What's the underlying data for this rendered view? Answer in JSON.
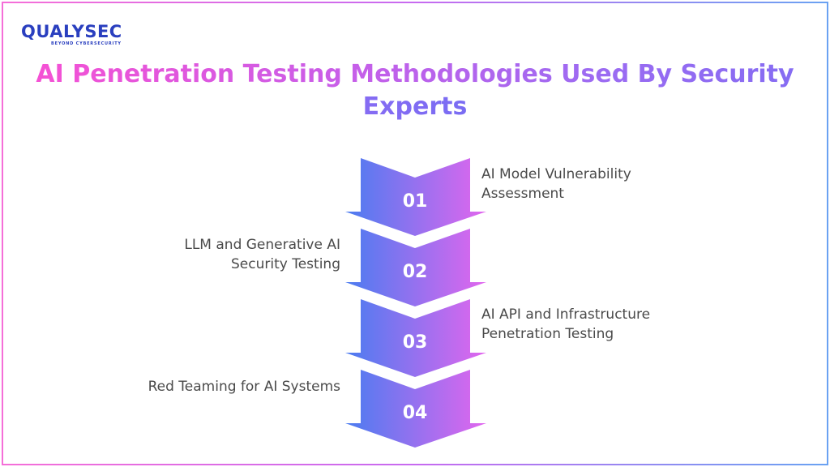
{
  "brand": {
    "name": "QUALYSEC",
    "tagline": "BEYOND CYBERSECURITY"
  },
  "title": "AI Penetration Testing Methodologies Used By Security Experts",
  "steps": [
    {
      "number": "01",
      "label": "AI Model Vulnerability Assessment",
      "side": "right"
    },
    {
      "number": "02",
      "label": "LLM and Generative AI Security Testing",
      "side": "left"
    },
    {
      "number": "03",
      "label": "AI API and Infrastructure Penetration Testing",
      "side": "right"
    },
    {
      "number": "04",
      "label": "Red Teaming for AI Systems",
      "side": "left"
    }
  ],
  "colors": {
    "gradient_start": "#4a7cf0",
    "gradient_end": "#e266ee",
    "brand_blue": "#2a3fbf",
    "label_text": "#4a4a4a"
  }
}
